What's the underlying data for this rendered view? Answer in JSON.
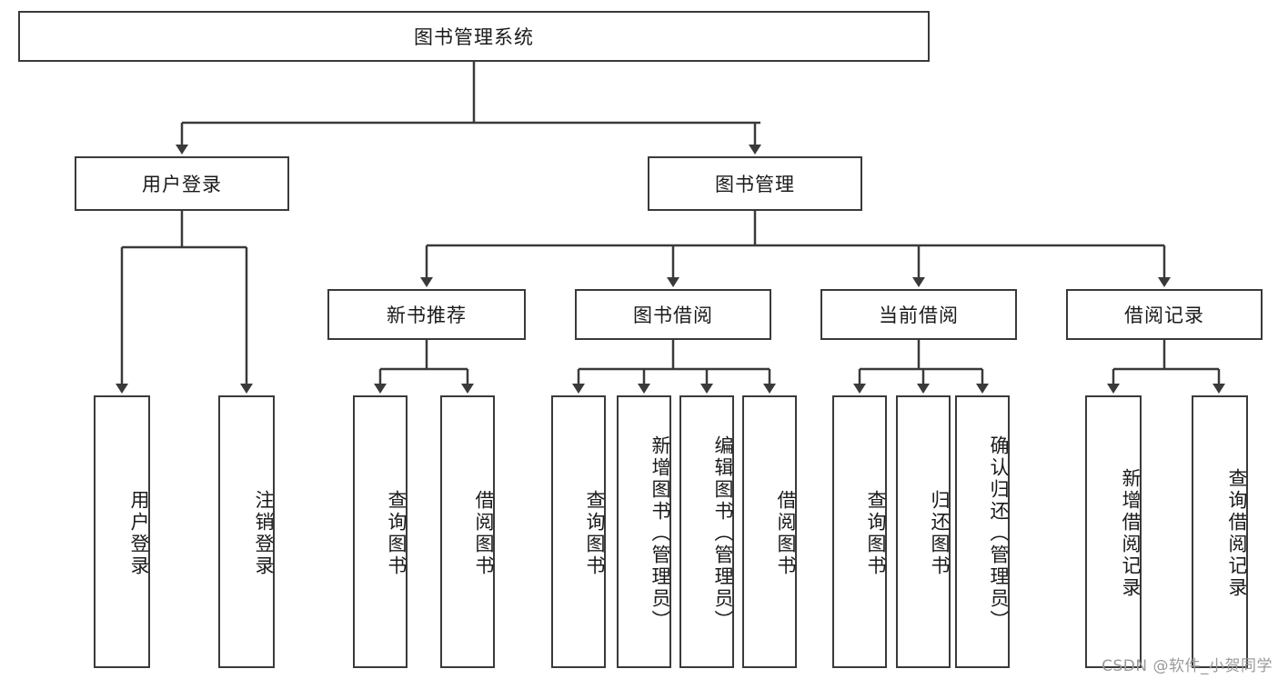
{
  "diagram": {
    "title": "图书管理系统",
    "type": "tree",
    "nodes": {
      "root": {
        "label": "图书管理系统"
      },
      "level2": [
        {
          "id": "user_login",
          "label": "用户登录"
        },
        {
          "id": "book_manage",
          "label": "图书管理"
        }
      ],
      "level3": [
        {
          "id": "new_book_rec",
          "label": "新书推荐"
        },
        {
          "id": "book_borrow",
          "label": "图书借阅"
        },
        {
          "id": "current_borrow",
          "label": "当前借阅"
        },
        {
          "id": "borrow_record",
          "label": "借阅记录"
        }
      ],
      "leaves": [
        {
          "id": "leaf_user_login",
          "label": "用户登录"
        },
        {
          "id": "leaf_logout",
          "label": "注销登录"
        },
        {
          "id": "leaf_query_book_1",
          "label": "查询图书"
        },
        {
          "id": "leaf_borrow_book_1",
          "label": "借阅图书"
        },
        {
          "id": "leaf_query_book_2",
          "label": "查询图书"
        },
        {
          "id": "leaf_add_book",
          "label": "新增图书（管理员）"
        },
        {
          "id": "leaf_edit_book",
          "label": "编辑图书（管理员）"
        },
        {
          "id": "leaf_borrow_book_2",
          "label": "借阅图书"
        },
        {
          "id": "leaf_query_book_3",
          "label": "查询图书"
        },
        {
          "id": "leaf_return_book",
          "label": "归还图书"
        },
        {
          "id": "leaf_confirm_return",
          "label": "确认归还（管理员）"
        },
        {
          "id": "leaf_add_record",
          "label": "新增借阅记录"
        },
        {
          "id": "leaf_query_record",
          "label": "查询借阅记录"
        }
      ]
    },
    "colors": {
      "border": "#3a3a3a",
      "background": "#ffffff",
      "text": "#1a1a1a",
      "watermark": "#9a9a9a"
    }
  },
  "watermark": {
    "text": "CSDN @软件_小贺同学"
  }
}
